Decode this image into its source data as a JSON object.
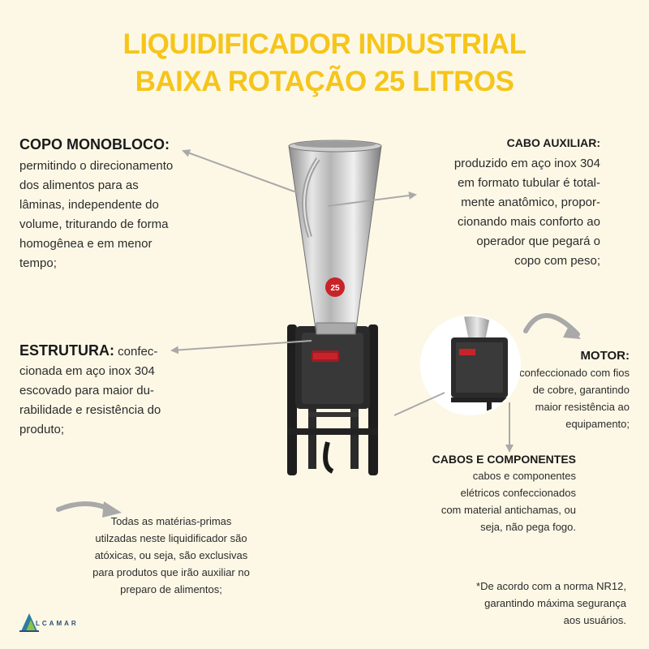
{
  "title": {
    "line1": "LIQUIDIFICADOR INDUSTRIAL",
    "line2": "BAIXA ROTAÇÃO 25 LITROS"
  },
  "copo": {
    "heading": "COPO MONOBLOCO:",
    "lines": [
      "permitindo o direcionamento",
      "dos alimentos para as",
      "lâminas, independente do",
      "volume, triturando de forma",
      "homogênea e em menor",
      "tempo;"
    ]
  },
  "cabo": {
    "heading": "CABO AUXILIAR:",
    "lines": [
      "produzido em aço inox 304",
      "em formato tubular é total-",
      "mente anatômico, propor-",
      "cionando mais conforto ao",
      "operador que  pegará o",
      "copo com peso;"
    ]
  },
  "estrutura": {
    "heading": "ESTRUTURA:",
    "first_line_rest": " confec-",
    "lines": [
      "cionada em aço inox 304",
      "escovado para maior du-",
      "rabilidade e resistência do",
      "produto;"
    ]
  },
  "motor": {
    "heading": "MOTOR:",
    "lines": [
      "confeccionado com fios",
      "de cobre, garantindo",
      "maior resistência  ao",
      "equipamento;"
    ]
  },
  "cabos": {
    "heading": "CABOS E COMPONENTES",
    "lines": [
      "cabos e componentes",
      "elétricos confeccionados",
      "com material antichamas, ou",
      "seja, não pega fogo."
    ]
  },
  "materias": {
    "lines": [
      "Todas as matérias-primas",
      "utilzadas neste liquidificador são",
      "atóxicas, ou seja, são exclusivas",
      "para produtos que irão auxiliar no",
      "preparo de alimentos;"
    ]
  },
  "nr12": {
    "lines": [
      "*De acordo com a  norma NR12,",
      "garantindo máxima segurança",
      "aos usuários."
    ]
  },
  "product": {
    "badge": "25"
  },
  "logo": {
    "text": "LCAMAR"
  },
  "colors": {
    "title": "#f5c51b",
    "background": "#fdf8e6",
    "arrow": "#a9a9a9",
    "badge": "#c8232b"
  }
}
